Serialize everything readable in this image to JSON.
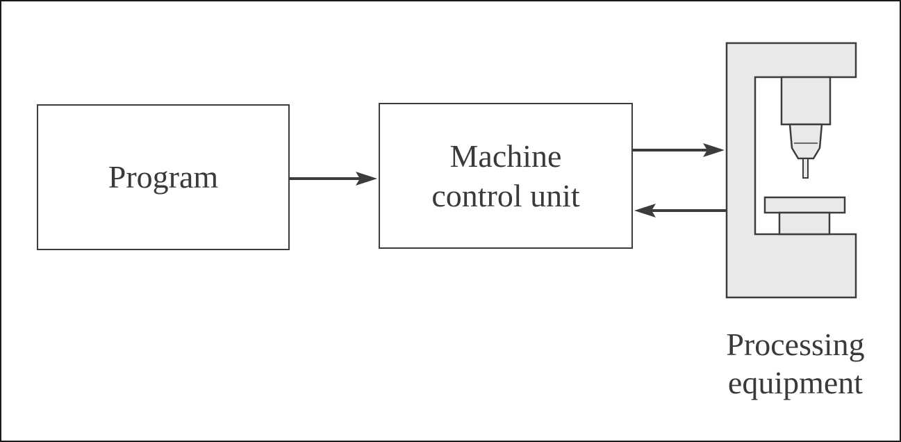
{
  "blocks": {
    "program": {
      "label": "Program"
    },
    "machine_control_unit": {
      "line1": "Machine",
      "line2": "control unit"
    },
    "processing_equipment": {
      "line1": "Processing",
      "line2": "equipment"
    }
  },
  "colors": {
    "stroke": "#3c3c3c",
    "equipment_fill": "#e9e9e9",
    "text": "#3a3a3a"
  }
}
